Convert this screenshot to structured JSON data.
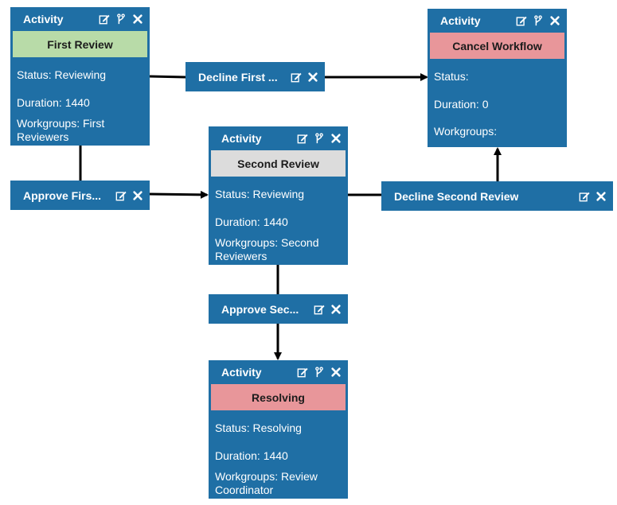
{
  "colors": {
    "node_bg": "#1f6fa5",
    "green": "#b8dba8",
    "grey": "#dcdcdc",
    "red": "#e8969a",
    "arrow": "#000000"
  },
  "activities": [
    {
      "id": "first",
      "header": "Activity",
      "name": "First Review",
      "name_color": "green",
      "status": "Status: Reviewing",
      "duration": "Duration: 1440",
      "workgroups": "Workgroups: First Reviewers"
    },
    {
      "id": "cancel",
      "header": "Activity",
      "name": "Cancel Workflow",
      "name_color": "red",
      "status": "Status:",
      "duration": "Duration: 0",
      "workgroups": "Workgroups:"
    },
    {
      "id": "second",
      "header": "Activity",
      "name": "Second Review",
      "name_color": "grey",
      "status": "Status: Reviewing",
      "duration": "Duration: 1440",
      "workgroups": "Workgroups: Second Reviewers"
    },
    {
      "id": "resolving",
      "header": "Activity",
      "name": "Resolving",
      "name_color": "red",
      "status": "Status: Resolving",
      "duration": "Duration: 1440",
      "workgroups": "Workgroups: Review Coordinator"
    }
  ],
  "transitions": [
    {
      "id": "decline-first",
      "label": "Decline First ..."
    },
    {
      "id": "approve-first",
      "label": "Approve Firs..."
    },
    {
      "id": "decline-second",
      "label": "Decline Second Review"
    },
    {
      "id": "approve-second",
      "label": "Approve Sec..."
    }
  ],
  "icons": [
    "edit-icon",
    "branch-icon",
    "close-icon"
  ]
}
